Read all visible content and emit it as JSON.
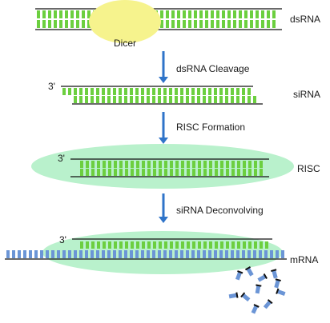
{
  "labels": {
    "dsrna": "dsRNA",
    "dicer": "Dicer",
    "sirna": "siRNA",
    "risc": "RISC",
    "mrna": "mRNA",
    "end_3prime": "3'"
  },
  "steps": [
    {
      "label": "dsRNA Cleavage"
    },
    {
      "label": "RISC Formation"
    },
    {
      "label": "siRNA Deconvolving"
    }
  ],
  "colors": {
    "strand": "#111111",
    "base_green": "#6ccf3f",
    "base_blue": "#6b95d6",
    "dicer": "#f6f38d",
    "risc": "#b9f1cc",
    "arrow": "#2f74c9"
  }
}
